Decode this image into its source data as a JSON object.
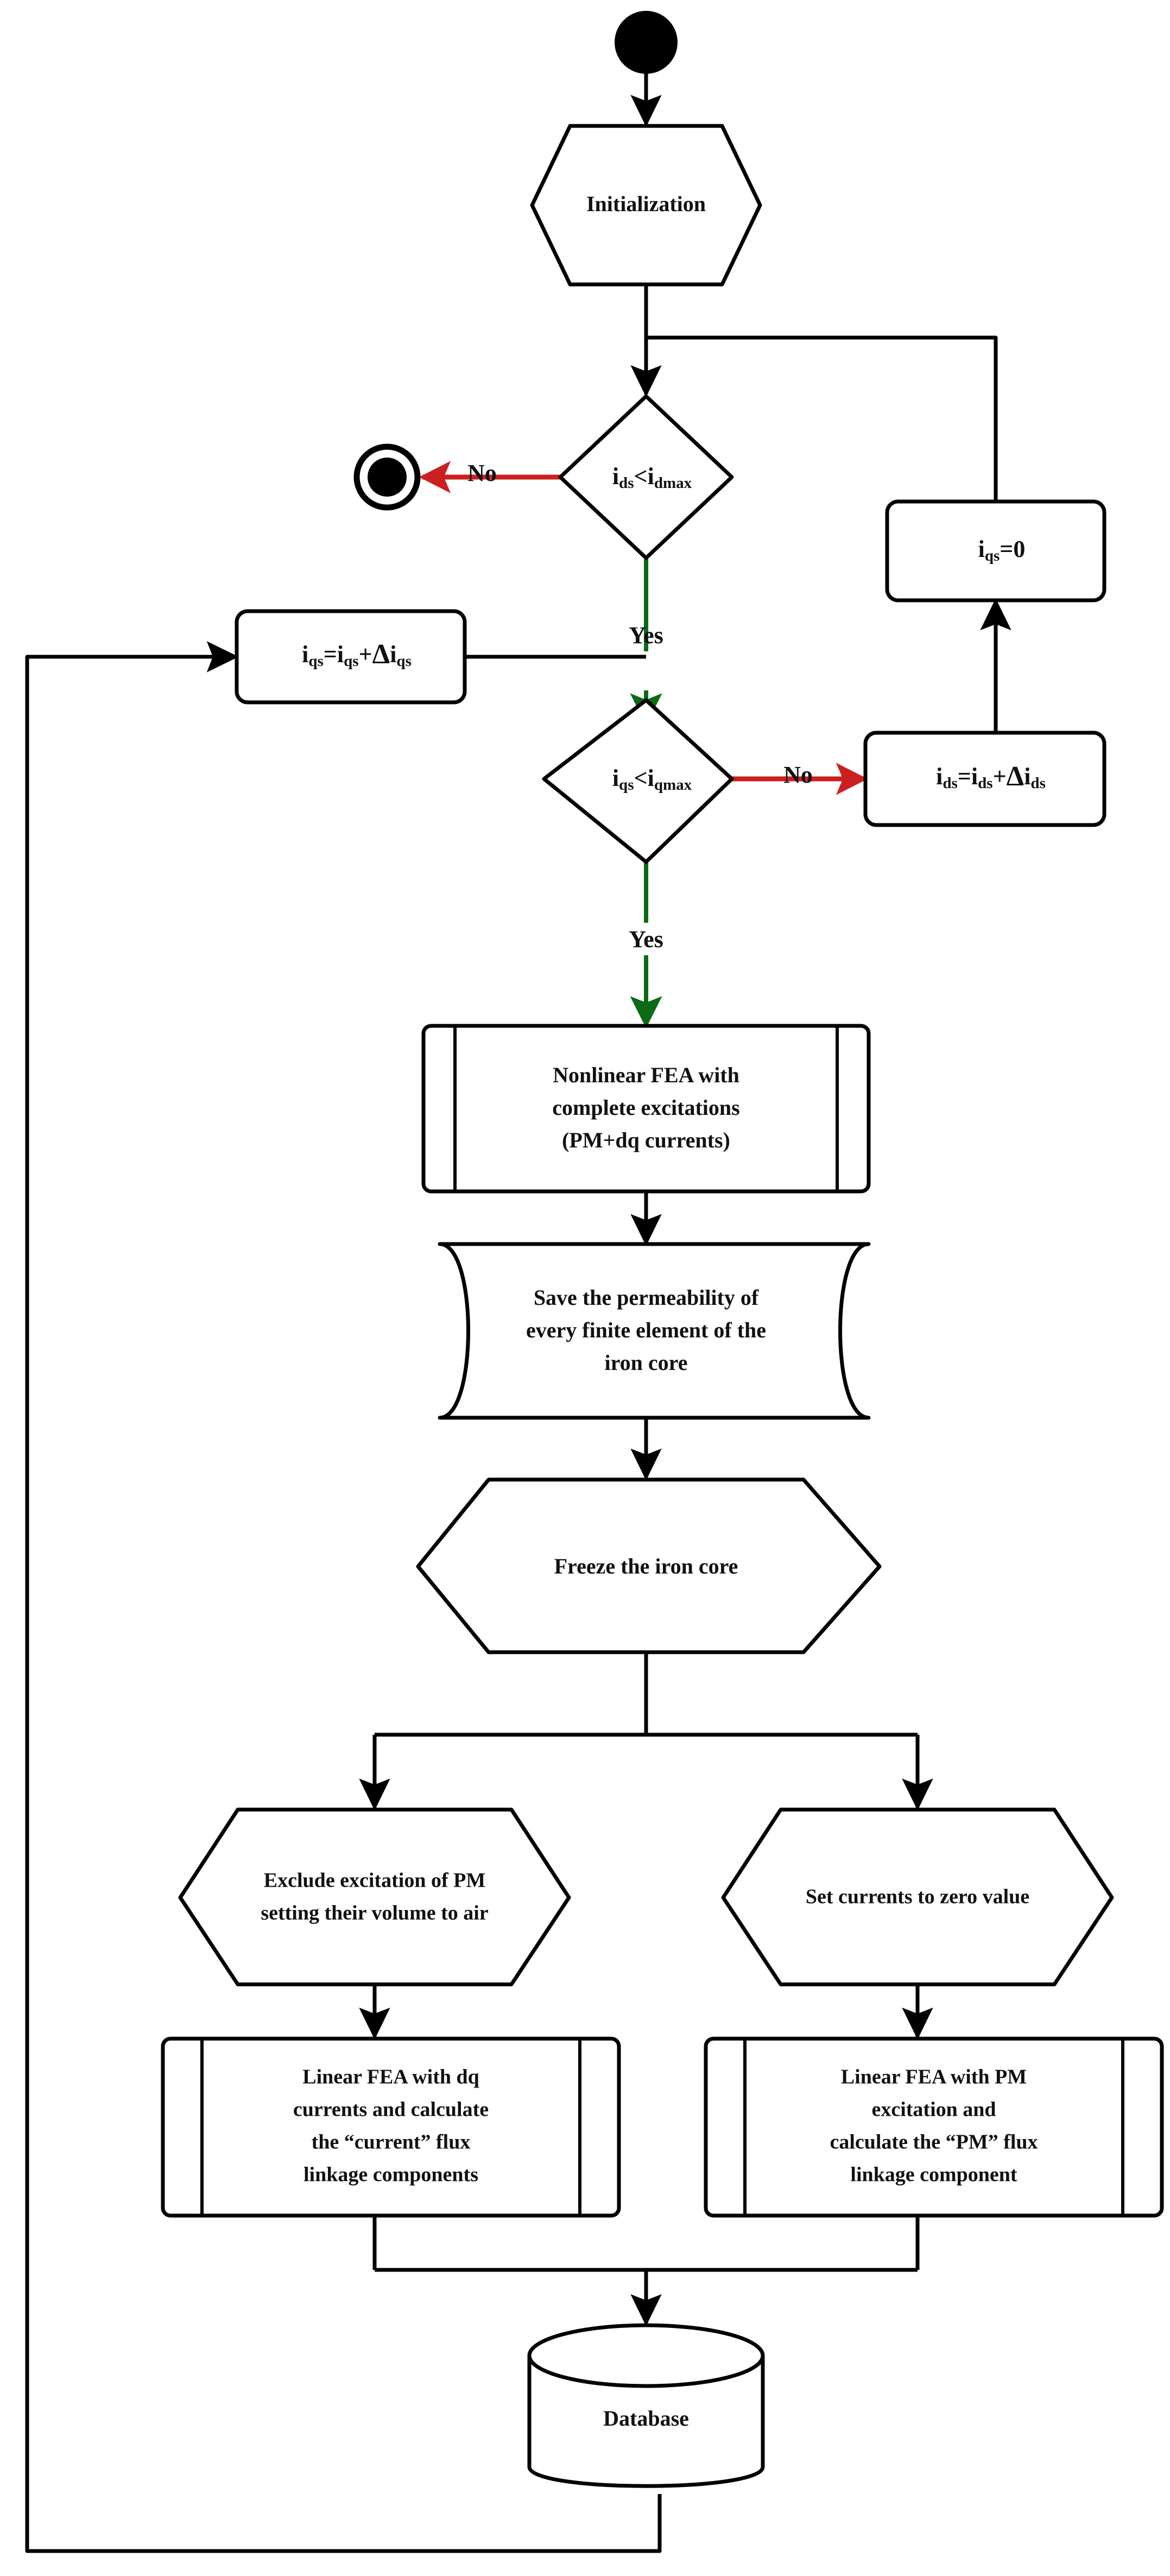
{
  "diagram": {
    "title": "Frozen permeability FEA flux-linkage computation flowchart",
    "colors": {
      "stroke": "#000000",
      "background": "#ffffff",
      "yes_branch": "#0b6b17",
      "no_branch": "#cc2020",
      "text": "#111111"
    }
  },
  "nodes": {
    "start": {
      "label": "",
      "shape": "filled-circle-start"
    },
    "initialization": {
      "label": "Initialization",
      "shape": "hexagon"
    },
    "decision_ids": {
      "text_parts": {
        "var1": "i",
        "sub1": "ds",
        "op": "<",
        "var2": "i",
        "sub2": "dmax"
      },
      "label": "ids<idmax",
      "shape": "diamond"
    },
    "end": {
      "label": "",
      "shape": "circle-end"
    },
    "iqs_zero": {
      "text_parts": {
        "var1": "i",
        "sub1": "qs",
        "rest": "=0"
      },
      "label": "iqs=0",
      "shape": "rounded-rect"
    },
    "iqs_increment": {
      "text_parts": {
        "var1": "i",
        "sub1": "qs",
        "eq": "=",
        "var2": "i",
        "sub2": "qs",
        "plus": "+",
        "delta": "Δ",
        "var3": "i",
        "sub3": "qs"
      },
      "label": "iqs=iqs+Δiqs",
      "shape": "rounded-rect"
    },
    "decision_iqs": {
      "text_parts": {
        "var1": "i",
        "sub1": "qs",
        "op": "<",
        "var2": "i",
        "sub2": "qmax"
      },
      "label": "iqs<iqmax",
      "shape": "diamond"
    },
    "ids_increment": {
      "text_parts": {
        "var1": "i",
        "sub1": "ds",
        "eq": "=",
        "var2": "i",
        "sub2": "ds",
        "plus": "+",
        "delta": "Δ",
        "var3": "i",
        "sub3": "ds"
      },
      "label": "ids=ids+Δids",
      "shape": "rounded-rect"
    },
    "nonlinear_fea": {
      "lines": [
        "Nonlinear FEA with",
        "complete excitations",
        "(PM+dq currents)"
      ],
      "shape": "predefined-process"
    },
    "save_permeability": {
      "lines": [
        "Save the permeability of",
        "every finite element of the",
        "iron core"
      ],
      "shape": "stored-data"
    },
    "freeze_core": {
      "lines": [
        "Freeze the iron core"
      ],
      "shape": "hexagon"
    },
    "exclude_pm": {
      "lines": [
        "Exclude excitation of PM",
        "setting their volume to air"
      ],
      "shape": "hexagon"
    },
    "set_currents_zero": {
      "lines": [
        "Set currents to zero value"
      ],
      "shape": "hexagon"
    },
    "linear_fea_dq": {
      "lines": [
        "Linear FEA with dq",
        "currents and calculate",
        "the “current” flux",
        "linkage components"
      ],
      "shape": "predefined-process"
    },
    "linear_fea_pm": {
      "lines": [
        "Linear FEA with PM",
        "excitation and",
        "calculate the “PM” flux",
        "linkage component"
      ],
      "shape": "predefined-process"
    },
    "database": {
      "label": "Database",
      "shape": "cylinder"
    }
  },
  "edge_labels": {
    "no_to_end": "No",
    "yes_ids": "Yes",
    "no_to_ids_increment": "No",
    "yes_iqs": "Yes"
  }
}
